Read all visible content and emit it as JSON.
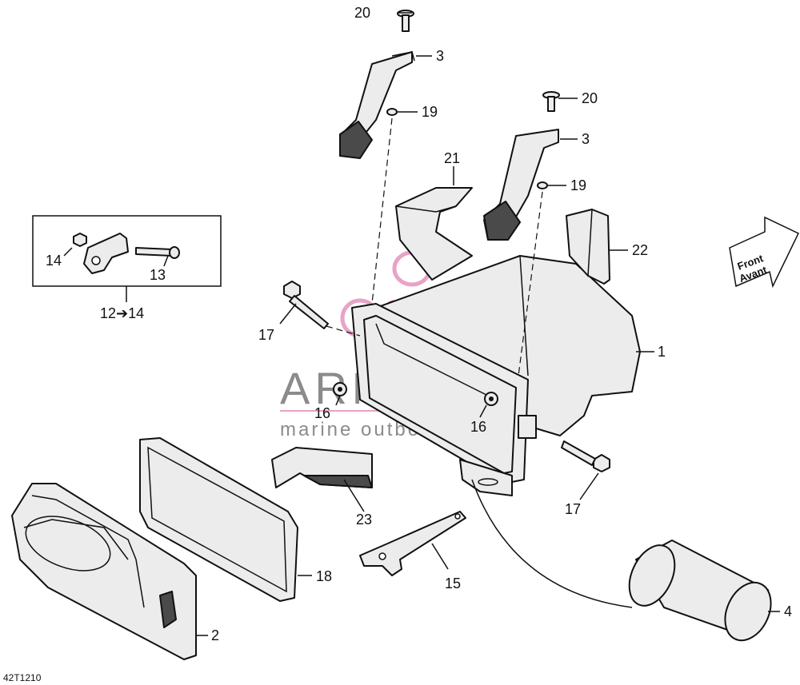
{
  "callouts": {
    "c1": "1",
    "c2": "2",
    "c3a": "3",
    "c3b": "3",
    "c4": "4",
    "c13": "13",
    "c14": "14",
    "c15": "15",
    "c16a": "16",
    "c16b": "16",
    "c17a": "17",
    "c17b": "17",
    "c18": "18",
    "c19a": "19",
    "c19b": "19",
    "c20a": "20",
    "c20b": "20",
    "c21": "21",
    "c22": "22",
    "c23": "23"
  },
  "kit_label": "12➔14",
  "direction": {
    "line1": "Front",
    "line2": "Avant"
  },
  "watermark": {
    "brand": "ARMADA",
    "sub": "marine outboards",
    "color": "#e43c93"
  },
  "reference": "42T1210"
}
